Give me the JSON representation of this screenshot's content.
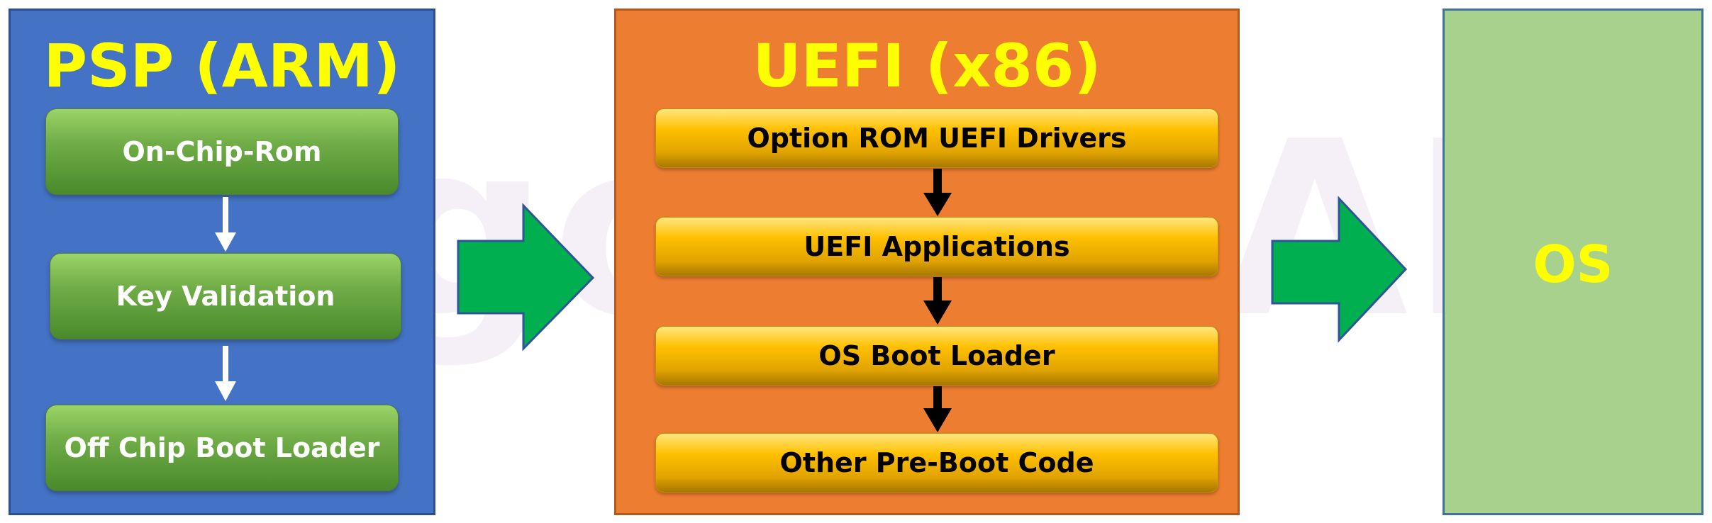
{
  "watermark": "igor'sLAB",
  "psp": {
    "title": "PSP (ARM)",
    "steps": [
      "On-Chip-Rom",
      "Key Validation",
      "Off Chip Boot Loader"
    ]
  },
  "uefi": {
    "title": "UEFI (x86)",
    "steps": [
      "Option ROM UEFI Drivers",
      "UEFI Applications",
      "OS Boot Loader",
      "Other Pre-Boot Code"
    ]
  },
  "os": {
    "title": "OS"
  },
  "colors": {
    "psp_panel": "#4472c4",
    "uefi_panel": "#ed7d31",
    "os_panel": "#a9d18e",
    "title_text": "#ffff00",
    "flow_arrow": "#00b050"
  }
}
